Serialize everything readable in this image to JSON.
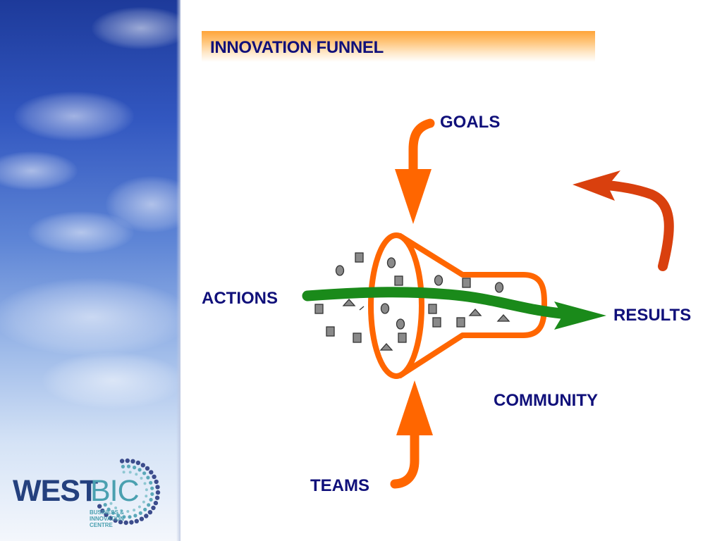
{
  "slide": {
    "title": "INNOVATION FUNNEL"
  },
  "labels": {
    "goals": "GOALS",
    "actions": "ACTIONS",
    "results": "RESULTS",
    "community": "COMMUNITY",
    "teams": "TEAMS"
  },
  "logo": {
    "word_primary": "WEST",
    "word_secondary": "BIC",
    "subtitle": "BUSINESS &\nINNOVATION\nCENTRE"
  },
  "colors": {
    "funnel_orange": "#ff6600",
    "arrow_green": "#1a8a1a",
    "result_arrow": "#d9400e",
    "label_navy": "#10107a",
    "sidebar_blue": "#2d50b8",
    "shape_gray": "#8a8a8a"
  }
}
